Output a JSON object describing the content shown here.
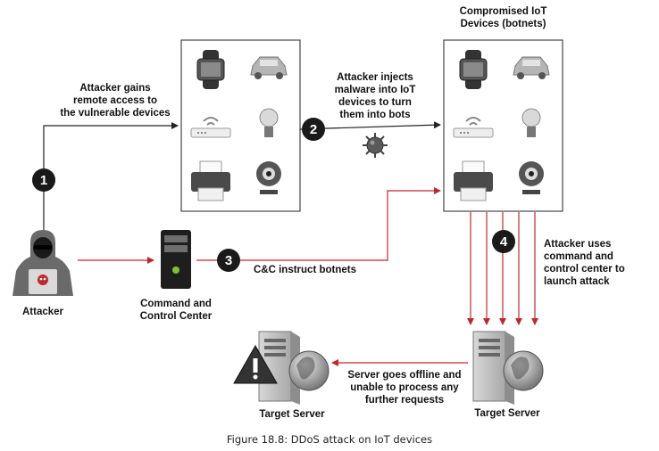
{
  "labels": {
    "compromised": [
      "Compromised IoT",
      "Devices (botnets)"
    ],
    "step1": [
      "Attacker gains",
      "remote access to",
      "the vulnerable devices"
    ],
    "step2": [
      "Attacker injects",
      "malware into IoT",
      "devices to turn",
      "them into bots"
    ],
    "step3": [
      "C&C instruct botnets"
    ],
    "step4": [
      "Attacker uses",
      "command and",
      "control center to",
      "launch attack"
    ],
    "offline": [
      "Server goes offline and",
      "unable to process any",
      "further requests"
    ],
    "attacker": "Attacker",
    "cc": [
      "Command and",
      "Control Center"
    ],
    "target_left": "Target Server",
    "target_right": "Target Server"
  },
  "steps": [
    "1",
    "2",
    "3",
    "4"
  ],
  "devices": [
    "smartwatch-icon",
    "car-icon",
    "router-icon",
    "lightbulb-icon",
    "printer-icon",
    "webcam-icon"
  ],
  "caption": "Figure 18.8: DDoS attack on IoT devices",
  "colors": {
    "black_arrow": "#222222",
    "red_arrow": "#c0282d",
    "badge": "#1a1a1a"
  }
}
